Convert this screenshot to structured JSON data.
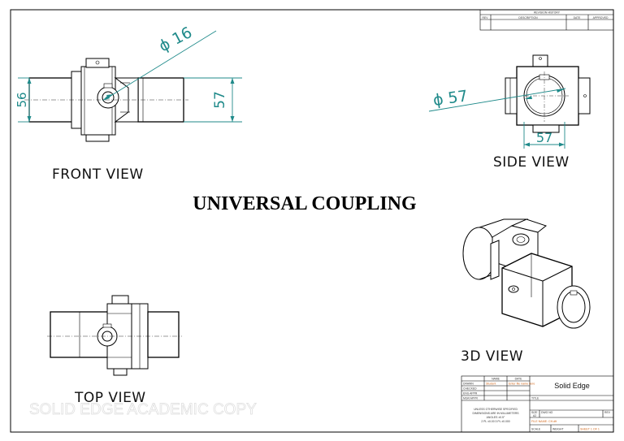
{
  "drawing": {
    "title": "UNIVERSAL COUPLING",
    "watermark": "SOLID EDGE ACADEMIC COPY"
  },
  "views": {
    "front": "FRONT VIEW",
    "side": "SIDE VIEW",
    "top": "TOP VIEW",
    "iso": "3D VIEW"
  },
  "dimensions": {
    "front_diameter": "ϕ 16",
    "front_left_height": "56",
    "front_right_height": "57",
    "side_diameter": "ϕ 57",
    "side_width": "57"
  },
  "revision_block": {
    "title": "REVISION HISTORY",
    "columns": [
      "REV",
      "DESCRIPTION",
      "DATE",
      "APPROVED"
    ]
  },
  "title_block": {
    "name_header": "NAME",
    "date_header": "DATE",
    "drawn_label": "DRAWN",
    "drawn_name": "Student",
    "drawn_date": "Enter file name here",
    "checked_label": "CHECKED",
    "eng_appr_label": "ENG APPR",
    "mgr_appr_label": "MGR APPR",
    "company": "Solid Edge",
    "title_label": "TITLE",
    "note_line1": "UNLESS OTHERWISE SPECIFIED",
    "note_line2": "DIMENSIONS ARE IN MILLIMETERS",
    "note_line3": "ANGLES ±0.5°",
    "note_line4": "2 PL ±0.00  3 PL ±0.000",
    "size_label": "SIZE",
    "size_value": "A2",
    "dwg_no_label": "DWG NO",
    "rev_label": "REV",
    "file_name": "FILE NAME: CH.dft",
    "scale_label": "SCALE",
    "weight_label": "WEIGHT",
    "sheet_label": "SHEET 1 OF 1"
  },
  "colors": {
    "dimension": "#1f8a8a",
    "ink": "#000000",
    "watermark": "#dcdcdc"
  }
}
